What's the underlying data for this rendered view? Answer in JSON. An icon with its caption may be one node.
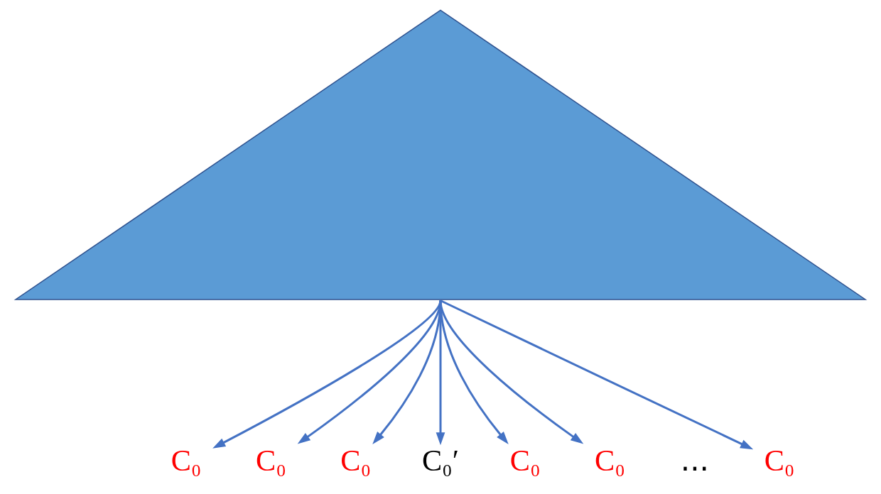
{
  "diagram": {
    "nodes": [
      {
        "text": [],
        "shape": "triangle"
      },
      {
        "text": [
          "C₀"
        ]
      },
      {
        "text": [
          "C₀"
        ]
      },
      {
        "text": [
          "C₀"
        ]
      },
      {
        "text": [
          "C₀′"
        ]
      },
      {
        "text": [
          "C₀"
        ]
      },
      {
        "text": [
          "C₀"
        ]
      },
      {
        "text": [
          "C₀"
        ]
      }
    ],
    "edges": [
      {
        "from": 0,
        "to": 1,
        "arrow": "to"
      },
      {
        "from": 0,
        "to": 2,
        "arrow": "to"
      },
      {
        "from": 0,
        "to": 3,
        "arrow": "to"
      },
      {
        "from": 0,
        "to": 4,
        "arrow": "to"
      },
      {
        "from": 0,
        "to": 5,
        "arrow": "to"
      },
      {
        "from": 0,
        "to": 6,
        "arrow": "to"
      },
      {
        "from": 0,
        "to": 7,
        "arrow": "to"
      }
    ],
    "labels": [
      "..."
    ]
  }
}
